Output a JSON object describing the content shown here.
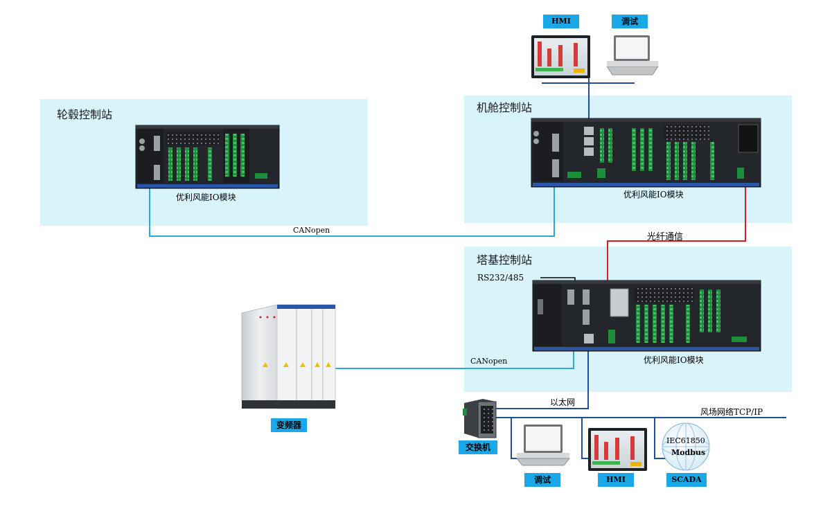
{
  "zones": {
    "hub": {
      "title": "轮毂控制站",
      "module_label": "优利风能IO模块"
    },
    "nacelle": {
      "title": "机舱控制站",
      "module_label": "优利风能IO模块"
    },
    "tower": {
      "title": "塔基控制站",
      "module_label": "优利风能IO模块"
    }
  },
  "links": {
    "canopen_top": "CANopen",
    "canopen_bottom": "CANopen",
    "fiber": "光纤通信",
    "rs": "RS232/485",
    "ethernet": "以太网",
    "farm_network": "风场网络TCP/IP"
  },
  "devices": {
    "hmi_top": "HMI",
    "debug_top": "调试",
    "inverter": "变频器",
    "switch": "交换机",
    "debug_bottom": "调试",
    "hmi_bottom": "HMI",
    "scada": "SCADA"
  },
  "scada_globe": {
    "line1": "IEC61850",
    "line2": "Modbus"
  },
  "colors": {
    "zone_bg": "#d9f3fb",
    "tag_bg": "#1aa8e8",
    "can_line": "#2aa7de",
    "eth_line": "#1f4e9e",
    "fiber_line": "#d62020"
  }
}
